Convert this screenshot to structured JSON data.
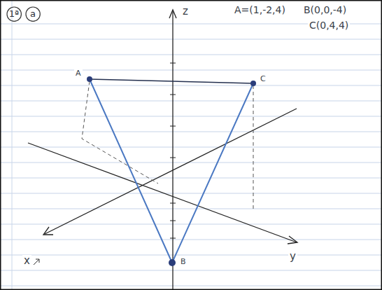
{
  "diagram": {
    "nodes": [
      {
        "text": [
          "1ª"
        ]
      },
      {
        "text": [
          "a"
        ]
      }
    ],
    "labels": [
      "A=(1,-2,4)",
      "B(0,0,-4)",
      "C(0,4,4)",
      "z",
      "y",
      "x",
      "A",
      "C",
      "B"
    ]
  }
}
